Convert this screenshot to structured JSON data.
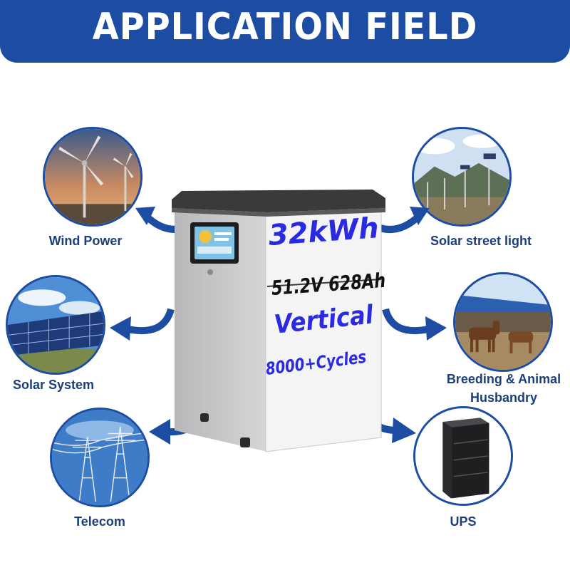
{
  "header": {
    "title": "APPLICATION FIELD"
  },
  "applications": [
    {
      "label": "Wind Power",
      "icon": "wind-turbine"
    },
    {
      "label": "Solar street light",
      "icon": "street-light"
    },
    {
      "label": "Solar System",
      "icon": "solar-panel"
    },
    {
      "label": "Breeding & Animal",
      "label2": "Husbandry",
      "icon": "horses"
    },
    {
      "label": "Telecom",
      "icon": "power-tower"
    },
    {
      "label": "UPS",
      "icon": "battery-cabinet"
    }
  ],
  "product": {
    "capacity": "32kWh",
    "spec": "51.2V 628Ah",
    "type": "Vertical",
    "cycles": "8000+Cycles"
  },
  "colors": {
    "brand_blue": "#1d4da3",
    "text_blue": "#2a2ae0",
    "cabinet": "#e6e6e8"
  }
}
